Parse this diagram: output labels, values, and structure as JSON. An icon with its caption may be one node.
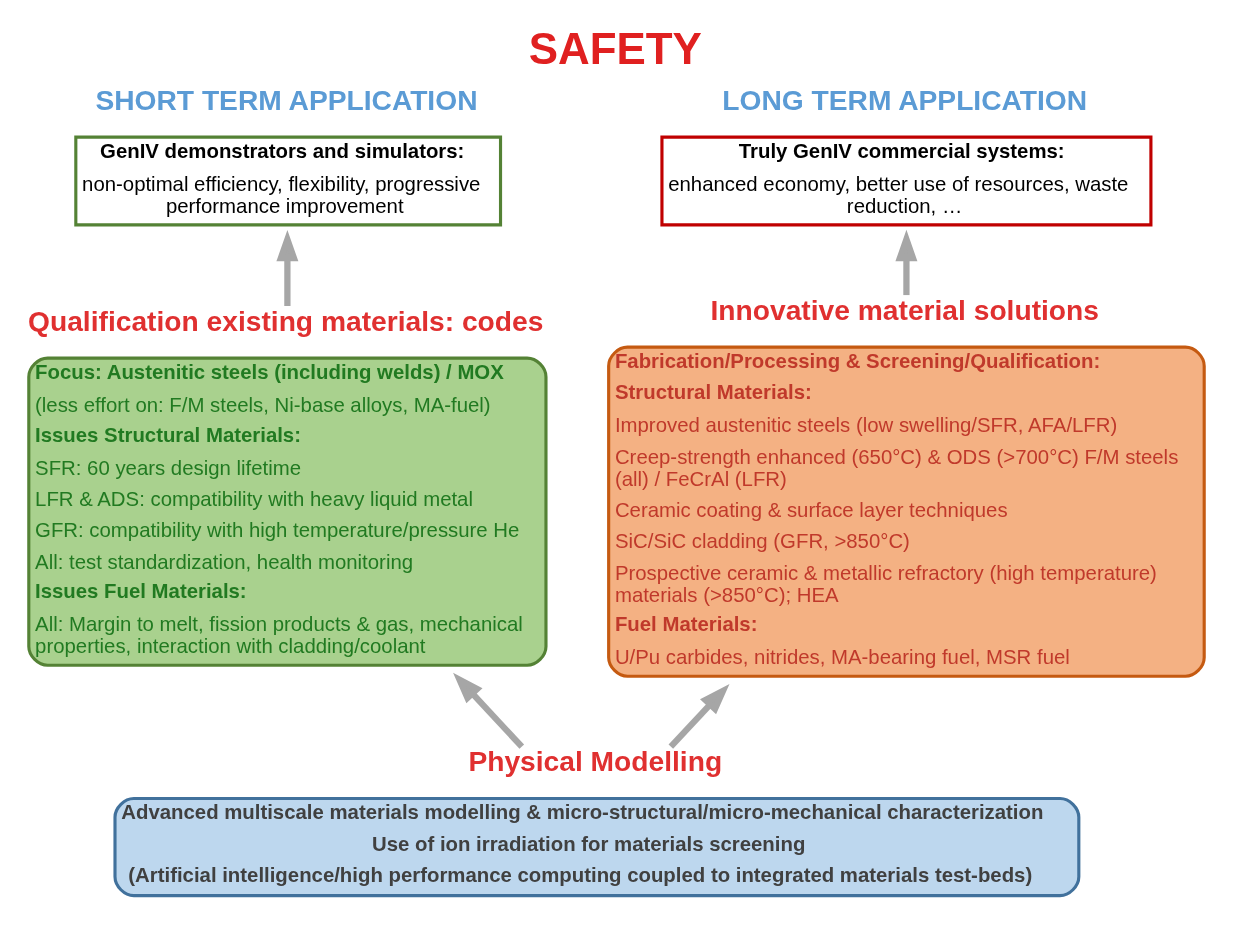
{
  "diagram": {
    "title": "SAFETY",
    "nodes": [
      {
        "text": [
          "SHORT TERM APPLICATION",
          "GenIV demonstrators and simulators:",
          "non-optimal efficiency, flexibility, progressive performance improvement"
        ]
      },
      {
        "text": [
          "LONG TERM APPLICATION",
          "Truly GenIV commercial systems:",
          "enhanced economy, better use of resources, waste reduction, …"
        ]
      },
      {
        "text": [
          "Qualification existing materials: codes",
          "Focus: Austenitic steels (including welds) / MOX",
          "(less effort on: F/M steels, Ni-base alloys, MA-fuel)",
          "Issues Structural Materials:",
          "SFR: 60 years design lifetime",
          "LFR & ADS: compatibility with heavy liquid metal",
          "GFR: compatibility with high temperature/pressure He",
          "All: test standardization, health monitoring",
          "Issues Fuel Materials:",
          "All: Margin to melt, fission products & gas, mechanical properties, interaction with cladding/coolant"
        ]
      },
      {
        "text": [
          "Innovative material solutions",
          "Fabrication/Processing & Screening/Qualification:",
          "Structural Materials:",
          "Improved austenitic steels (low swelling/SFR, AFA/LFR)",
          "Creep-strength enhanced (650°C) & ODS (>700°C) F/M steels (all) / FeCrAl (LFR)",
          "Ceramic coating & surface layer techniques",
          "SiC/SiC cladding (GFR, >850°C)",
          "Prospective ceramic & metallic refractory (high temperature) materials (>850°C); HEA",
          "Fuel Materials:",
          "U/Pu carbides, nitrides, MA-bearing fuel, MSR fuel"
        ]
      },
      {
        "text": [
          "Physical Modelling",
          "Advanced multiscale materials modelling & micro-structural/micro-mechanical characterization",
          "Use of ion irradiation for materials screening",
          "(Artificial intelligence/high performance computing coupled to integrated materials test-beds)"
        ]
      }
    ],
    "edges": [
      {
        "from": 2,
        "to": 0,
        "arrow": "to"
      },
      {
        "from": 3,
        "to": 1,
        "arrow": "to"
      },
      {
        "from": 4,
        "to": 2,
        "arrow": "to"
      },
      {
        "from": 4,
        "to": 3,
        "arrow": "to"
      }
    ]
  }
}
